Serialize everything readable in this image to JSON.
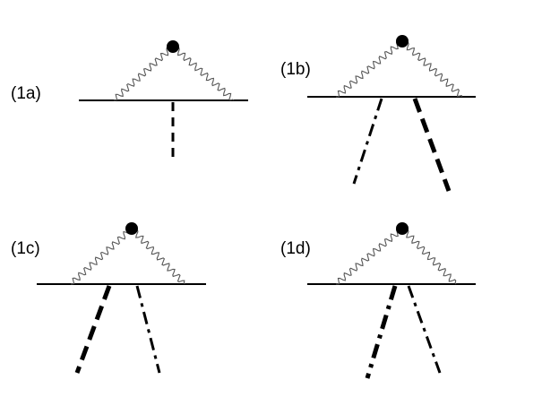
{
  "colors": {
    "background": "#ffffff",
    "line": "#000000",
    "photon": "#555555"
  },
  "panels": [
    {
      "id": "1a",
      "label": "(1a)",
      "external_lines": [
        "dashed"
      ]
    },
    {
      "id": "1b",
      "label": "(1b)",
      "external_lines": [
        "dash-dot",
        "thick-dashed"
      ]
    },
    {
      "id": "1c",
      "label": "(1c)",
      "external_lines": [
        "thick-dashed",
        "dash-dot"
      ]
    },
    {
      "id": "1d",
      "label": "(1d)",
      "external_lines": [
        "thick-dash-dot",
        "dash-dot"
      ]
    }
  ]
}
